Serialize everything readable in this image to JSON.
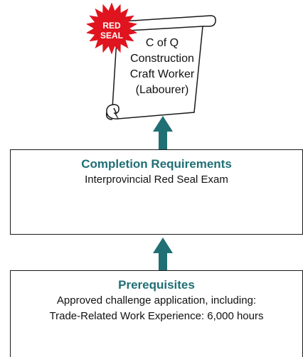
{
  "theme": {
    "arrow_color": "#1f6f74",
    "heading_color": "#1f6f74",
    "seal_color": "#e0141e",
    "seal_text_color": "#ffffff"
  },
  "seal": {
    "line1": "RED",
    "line2": "SEAL",
    "icon": "starburst-badge-icon"
  },
  "certificate": {
    "icon": "scroll-icon",
    "lines": [
      "C of Q",
      "Construction",
      "Craft Worker",
      "(Labourer)"
    ]
  },
  "completion": {
    "heading": "Completion Requirements",
    "lines": [
      "Interprovincial Red Seal Exam"
    ]
  },
  "prerequisites": {
    "heading": "Prerequisites",
    "lines": [
      "Approved challenge application, including:",
      "Trade-Related Work Experience: 6,000 hours"
    ]
  }
}
